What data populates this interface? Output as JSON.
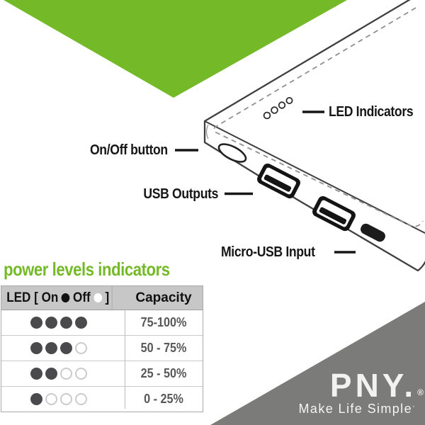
{
  "colors": {
    "green": "#74ba28",
    "gray_triangle": "#7b7b79",
    "header_bg": "#c7c7c7",
    "row_text": "#58585a",
    "dot_on": "#4a4a4c",
    "dot_off_border": "#cbcbcb",
    "outline": "#3f3f3f",
    "stitch": "#909090",
    "label_text": "#161616"
  },
  "device": {
    "labels": {
      "led": "LED Indicators",
      "onoff": "On/Off button",
      "usb": "USB Outputs",
      "micro": "Micro-USB Input"
    },
    "features": {
      "led_hole_count": 4,
      "usb_port_count": 2,
      "micro_usb_count": 1
    }
  },
  "panel": {
    "title": "power levels indicators",
    "table": {
      "header_led_prefix": "LED [ On",
      "header_off": "Off",
      "header_suffix": "]",
      "header_capacity": "Capacity",
      "led_count": 4,
      "rows": [
        {
          "leds_on": 4,
          "capacity": "75-100%"
        },
        {
          "leds_on": 3,
          "capacity": "50 - 75%"
        },
        {
          "leds_on": 2,
          "capacity": "25 - 50%"
        },
        {
          "leds_on": 1,
          "capacity": "0 - 25%"
        }
      ]
    }
  },
  "brand": {
    "name": "PNY.",
    "registered_mark": "®",
    "tagline": "Make Life Simple",
    "tagline_mark": "·"
  }
}
